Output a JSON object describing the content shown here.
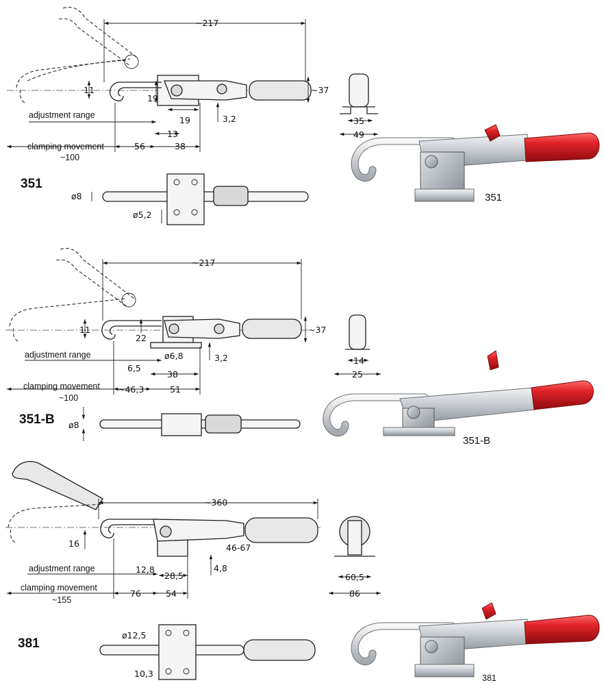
{
  "models": [
    {
      "id": "351",
      "label": "351",
      "photo_caption": "351",
      "side_view": {
        "overall_length": "~217",
        "handle_height": "~37",
        "hook_offset": "11",
        "height_19": "19",
        "dim_19": "19",
        "dim_13": "13",
        "dim_3_2": "3,2",
        "clamping_dim": "56",
        "base_dim": "38",
        "adjustment_label": "adjustment range",
        "clamping_label": "clamping movement",
        "clamping_value": "~100"
      },
      "end_view": {
        "inner": "35",
        "outer": "49"
      },
      "top_view": {
        "rod_dia": "ø8",
        "hole_dia": "ø5,2"
      }
    },
    {
      "id": "351-B",
      "label": "351-B",
      "photo_caption": "351-B",
      "side_view": {
        "overall_length": "~217",
        "handle_height": "~37",
        "hook_offset": "11",
        "height_22": "22",
        "hole_dia": "ø6,8",
        "dim_3_2": "3,2",
        "dim_6_5": "6,5",
        "dim_38": "38",
        "clamping_dim": "~46,3",
        "base_dim": "51",
        "adjustment_label": "adjustment range",
        "clamping_label": "clamping movement",
        "clamping_value": "~100"
      },
      "end_view": {
        "inner": "14",
        "outer": "25"
      },
      "top_view": {
        "rod_dia": "ø8"
      }
    },
    {
      "id": "381",
      "label": "381",
      "photo_caption": "381",
      "side_view": {
        "overall_length": "~360",
        "hook_offset": "16",
        "dim_46_67": "46-67",
        "dim_12_8": "12,8",
        "dim_28_5": "28,5",
        "dim_4_8": "4,8",
        "clamping_dim": "76",
        "base_dim": "54",
        "adjustment_label": "adjustment range",
        "clamping_label": "clamping  movement",
        "clamping_value": "~155"
      },
      "end_view": {
        "inner": "60,5",
        "outer": "86"
      },
      "top_view": {
        "rod_dia": "ø12,5",
        "hole_dia": "10,3"
      }
    }
  ],
  "colors": {
    "line": "#1d1d1d",
    "steel": "#c9cdd2",
    "handle_red": "#c4161c"
  }
}
